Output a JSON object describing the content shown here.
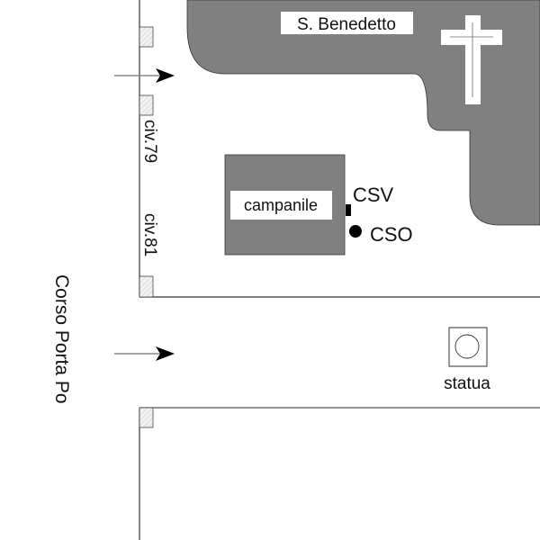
{
  "map": {
    "colors": {
      "background": "#ffffff",
      "building": "#808080",
      "outline": "#333333",
      "label_bg": "#ffffff",
      "hatch": "#c8c8c8",
      "arrow_shaft": "#888888",
      "arrow_head": "#000000"
    },
    "church": {
      "name": "S. Benedetto",
      "symbol": "cross-icon"
    },
    "bell_tower": {
      "name": "campanile"
    },
    "markers": [
      {
        "id": "csv",
        "label": "CSV",
        "shape": "square"
      },
      {
        "id": "cso",
        "label": "CSO",
        "shape": "circle"
      }
    ],
    "street": {
      "name": "Corso Porta Po"
    },
    "house_numbers": [
      "civ.79",
      "civ.81"
    ],
    "statue": {
      "label": "statua"
    },
    "arrows": [
      {
        "id": "upper",
        "direction": "east"
      },
      {
        "id": "lower",
        "direction": "east"
      }
    ]
  }
}
